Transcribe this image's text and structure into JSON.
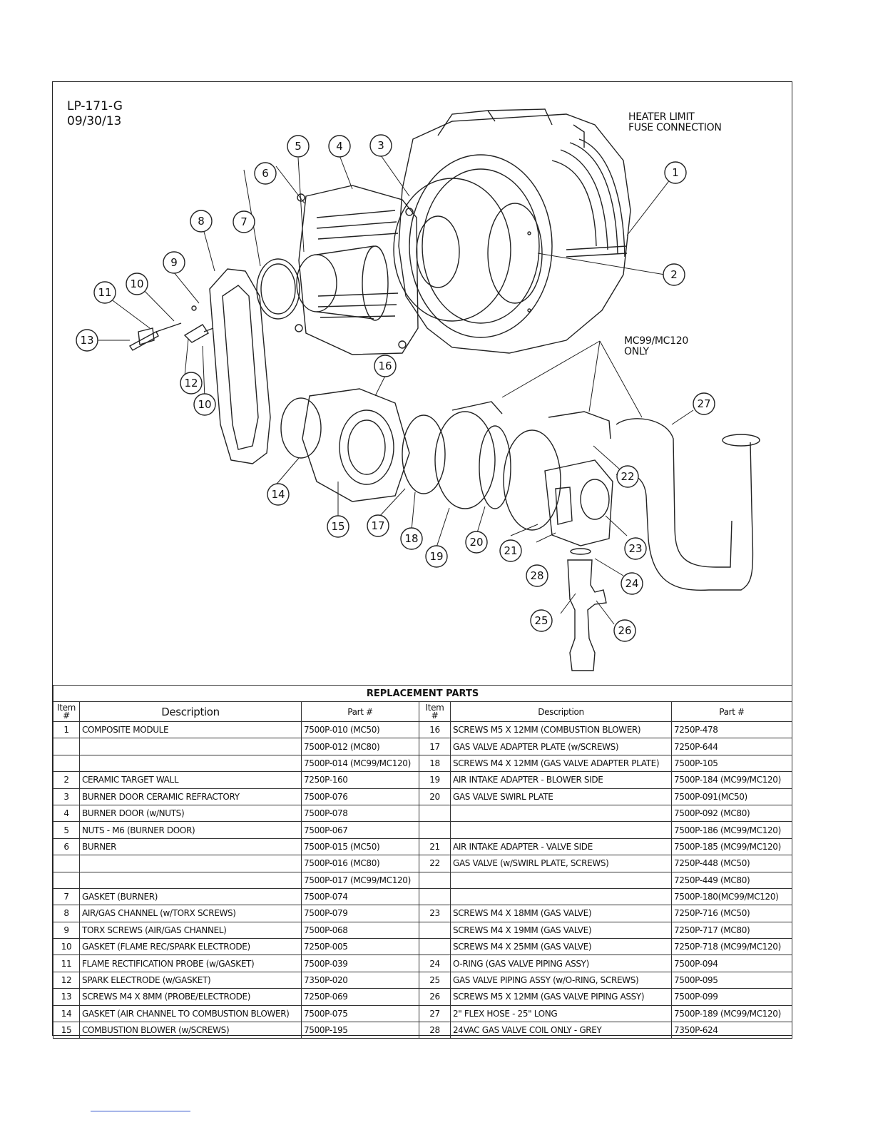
{
  "doc": {
    "number": "LP-171-G",
    "date": "09/30/13"
  },
  "notes": {
    "heater_limit": [
      "HEATER LIMIT",
      "FUSE CONNECTION"
    ],
    "mc_only": [
      "MC99/MC120",
      "ONLY"
    ]
  },
  "callouts": [
    "1",
    "2",
    "3",
    "4",
    "5",
    "6",
    "7",
    "8",
    "9",
    "10",
    "10",
    "11",
    "12",
    "13",
    "14",
    "15",
    "16",
    "17",
    "18",
    "19",
    "20",
    "21",
    "22",
    "23",
    "24",
    "25",
    "26",
    "27",
    "28"
  ],
  "table": {
    "title": "REPLACEMENT PARTS",
    "headers": {
      "item": [
        "Item",
        "#"
      ],
      "description": "Description",
      "part": "Part #"
    },
    "rows": [
      [
        [
          "1",
          "COMPOSITE MODULE",
          "7500P-010 (MC50)"
        ],
        [
          "16",
          "SCREWS M5 X 12MM (COMBUSTION BLOWER)",
          "7250P-478"
        ]
      ],
      [
        [
          "",
          "",
          "7500P-012 (MC80)"
        ],
        [
          "17",
          "GAS VALVE ADAPTER PLATE (w/SCREWS)",
          "7250P-644"
        ]
      ],
      [
        [
          "",
          "",
          "7500P-014 (MC99/MC120)"
        ],
        [
          "18",
          "SCREWS M4 X 12MM (GAS VALVE ADAPTER PLATE)",
          "7500P-105"
        ]
      ],
      [
        [
          "2",
          "CERAMIC TARGET WALL",
          "7250P-160"
        ],
        [
          "19",
          "AIR INTAKE ADAPTER - BLOWER SIDE",
          "7500P-184 (MC99/MC120)"
        ]
      ],
      [
        [
          "3",
          "BURNER DOOR CERAMIC REFRACTORY",
          "7500P-076"
        ],
        [
          "20",
          "GAS VALVE SWIRL PLATE",
          "7500P-091(MC50)"
        ]
      ],
      [
        [
          "4",
          "BURNER DOOR (w/NUTS)",
          "7500P-078"
        ],
        [
          "",
          "",
          "7500P-092 (MC80)"
        ]
      ],
      [
        [
          "5",
          "NUTS - M6 (BURNER DOOR)",
          "7500P-067"
        ],
        [
          "",
          "",
          "7500P-186 (MC99/MC120)"
        ]
      ],
      [
        [
          "6",
          "BURNER",
          "7500P-015 (MC50)"
        ],
        [
          "21",
          "AIR INTAKE ADAPTER - VALVE SIDE",
          "7500P-185 (MC99/MC120)"
        ]
      ],
      [
        [
          "",
          "",
          "7500P-016 (MC80)"
        ],
        [
          "22",
          "GAS VALVE (w/SWIRL PLATE, SCREWS)",
          "7250P-448 (MC50)"
        ]
      ],
      [
        [
          "",
          "",
          "7500P-017 (MC99/MC120)"
        ],
        [
          "",
          "",
          "7250P-449 (MC80)"
        ]
      ],
      [
        [
          "7",
          "GASKET (BURNER)",
          "7500P-074"
        ],
        [
          "",
          "",
          "7500P-180(MC99/MC120)"
        ]
      ],
      [
        [
          "8",
          "AIR/GAS CHANNEL (w/TORX SCREWS)",
          "7500P-079"
        ],
        [
          "23",
          "SCREWS M4 X 18MM (GAS VALVE)",
          "7250P-716 (MC50)"
        ]
      ],
      [
        [
          "9",
          "TORX SCREWS (AIR/GAS CHANNEL)",
          "7500P-068"
        ],
        [
          "",
          "SCREWS M4 X 19MM (GAS VALVE)",
          "7250P-717 (MC80)"
        ]
      ],
      [
        [
          "10",
          "GASKET (FLAME REC/SPARK ELECTRODE)",
          "7250P-005"
        ],
        [
          "",
          "SCREWS M4 X 25MM (GAS VALVE)",
          "7250P-718 (MC99/MC120)"
        ]
      ],
      [
        [
          "11",
          "FLAME RECTIFICATION PROBE (w/GASKET)",
          "7500P-039"
        ],
        [
          "24",
          "O-RING (GAS VALVE PIPING ASSY)",
          "7500P-094"
        ]
      ],
      [
        [
          "12",
          "SPARK ELECTRODE (w/GASKET)",
          "7350P-020"
        ],
        [
          "25",
          "GAS VALVE PIPING ASSY (w/O-RING, SCREWS)",
          "7500P-095"
        ]
      ],
      [
        [
          "13",
          "SCREWS M4 X 8MM (PROBE/ELECTRODE)",
          "7250P-069"
        ],
        [
          "26",
          "SCREWS M5 X 12MM (GAS VALVE PIPING ASSY)",
          "7500P-099"
        ]
      ],
      [
        [
          "14",
          "GASKET (AIR CHANNEL TO COMBUSTION BLOWER)",
          "7500P-075"
        ],
        [
          "27",
          "2\" FLEX HOSE - 25\" LONG",
          "7500P-189 (MC99/MC120)"
        ]
      ],
      [
        [
          "15",
          "COMBUSTION BLOWER (w/SCREWS)",
          "7500P-195"
        ],
        [
          "28",
          "24VAC GAS VALVE COIL ONLY - GREY",
          "7350P-624"
        ]
      ]
    ]
  }
}
